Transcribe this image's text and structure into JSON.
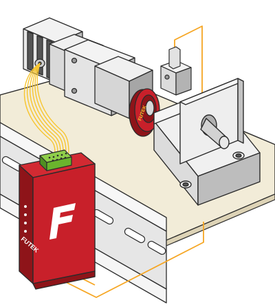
{
  "brand": {
    "name": "FUTEK",
    "logo_glyph": "F",
    "ring_text": "FUTEK"
  },
  "colors": {
    "module_red": "#c8202a",
    "module_dark_red": "#8e1419",
    "signal_orange": "#f6a623",
    "cable_yellow": "#f7c52f",
    "connector_green": "#6ab42d",
    "base_plate": "#f2ecd8",
    "outline": "#2b2b2b",
    "rail_grey": "#e6e6e6",
    "bracket_grey": "#ececec"
  },
  "icons": {
    "module_leds": "led-indicator-icon",
    "brand_logo": "futek-logo-icon",
    "screw": "screw-icon"
  }
}
